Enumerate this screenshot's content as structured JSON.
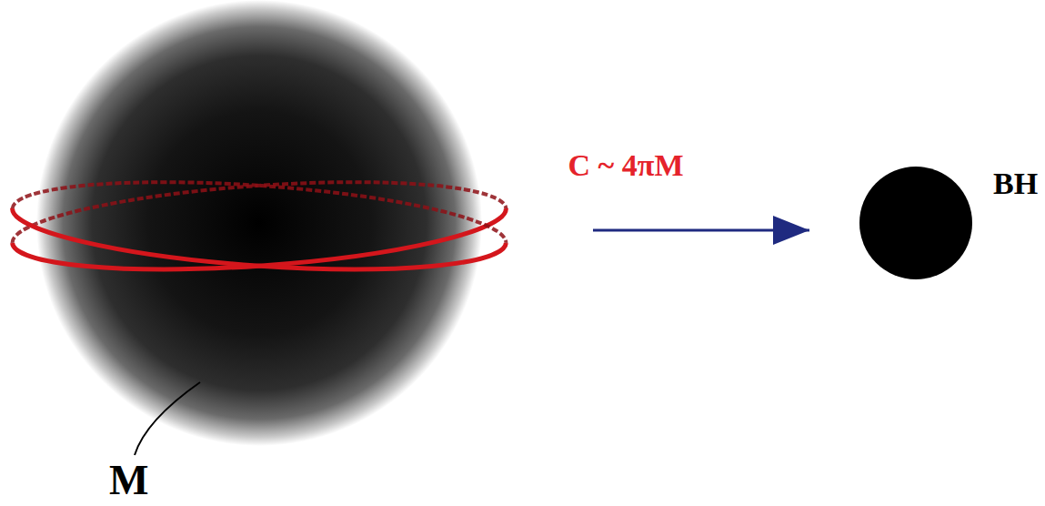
{
  "diagram": {
    "nodes": [
      {
        "text": [
          "M"
        ]
      },
      {
        "text": [
          "BH"
        ]
      }
    ],
    "edges": [
      {
        "from": 0,
        "to": 1,
        "arrow": "to",
        "label": "C ~ 4πM"
      }
    ]
  }
}
